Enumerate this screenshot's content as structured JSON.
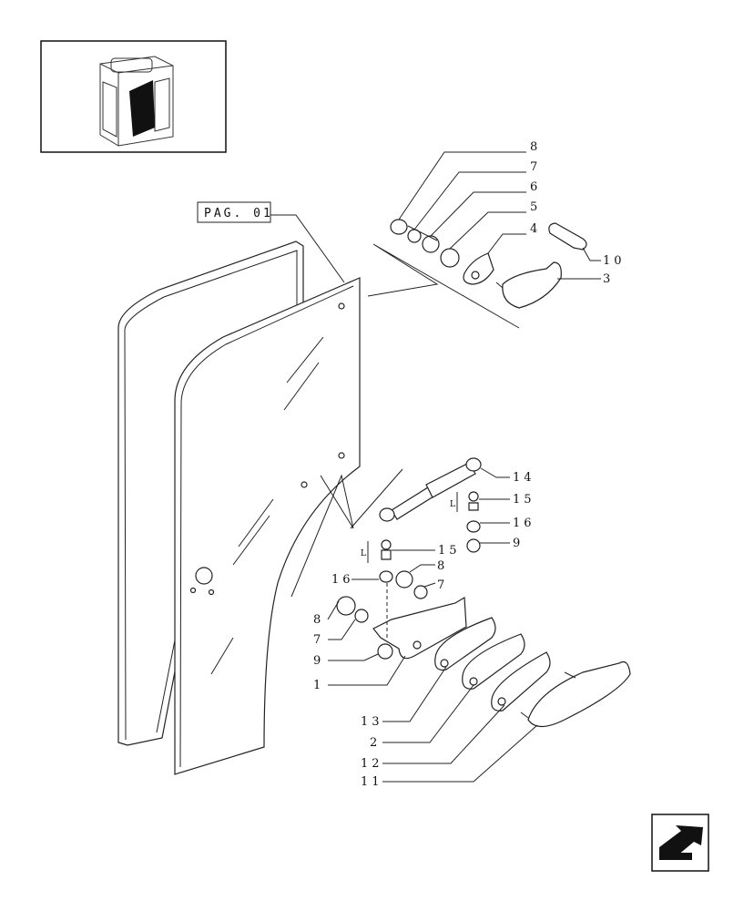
{
  "page_ref": "PAG. 01",
  "callouts": [
    {
      "id": "c8a",
      "text": "8"
    },
    {
      "id": "c7a",
      "text": "7"
    },
    {
      "id": "c6",
      "text": "6"
    },
    {
      "id": "c5",
      "text": "5"
    },
    {
      "id": "c4",
      "text": "4"
    },
    {
      "id": "c10",
      "text": "10"
    },
    {
      "id": "c3",
      "text": "3"
    },
    {
      "id": "c14",
      "text": "14"
    },
    {
      "id": "c15a",
      "text": "15"
    },
    {
      "id": "c16a",
      "text": "16"
    },
    {
      "id": "c9a",
      "text": "9"
    },
    {
      "id": "c15b",
      "text": "15"
    },
    {
      "id": "c16b",
      "text": "16"
    },
    {
      "id": "c8b",
      "text": "8"
    },
    {
      "id": "c7b",
      "text": "7"
    },
    {
      "id": "c8c",
      "text": "8"
    },
    {
      "id": "c7c",
      "text": "7"
    },
    {
      "id": "c9b",
      "text": "9"
    },
    {
      "id": "c1",
      "text": "1"
    },
    {
      "id": "c13",
      "text": "13"
    },
    {
      "id": "c2",
      "text": "2"
    },
    {
      "id": "c12",
      "text": "12"
    },
    {
      "id": "c11",
      "text": "11"
    }
  ],
  "dim_label": "L",
  "icons": {
    "thumbnail": "cab-thumbnail-icon",
    "nav": "next-page-arrow-icon"
  }
}
